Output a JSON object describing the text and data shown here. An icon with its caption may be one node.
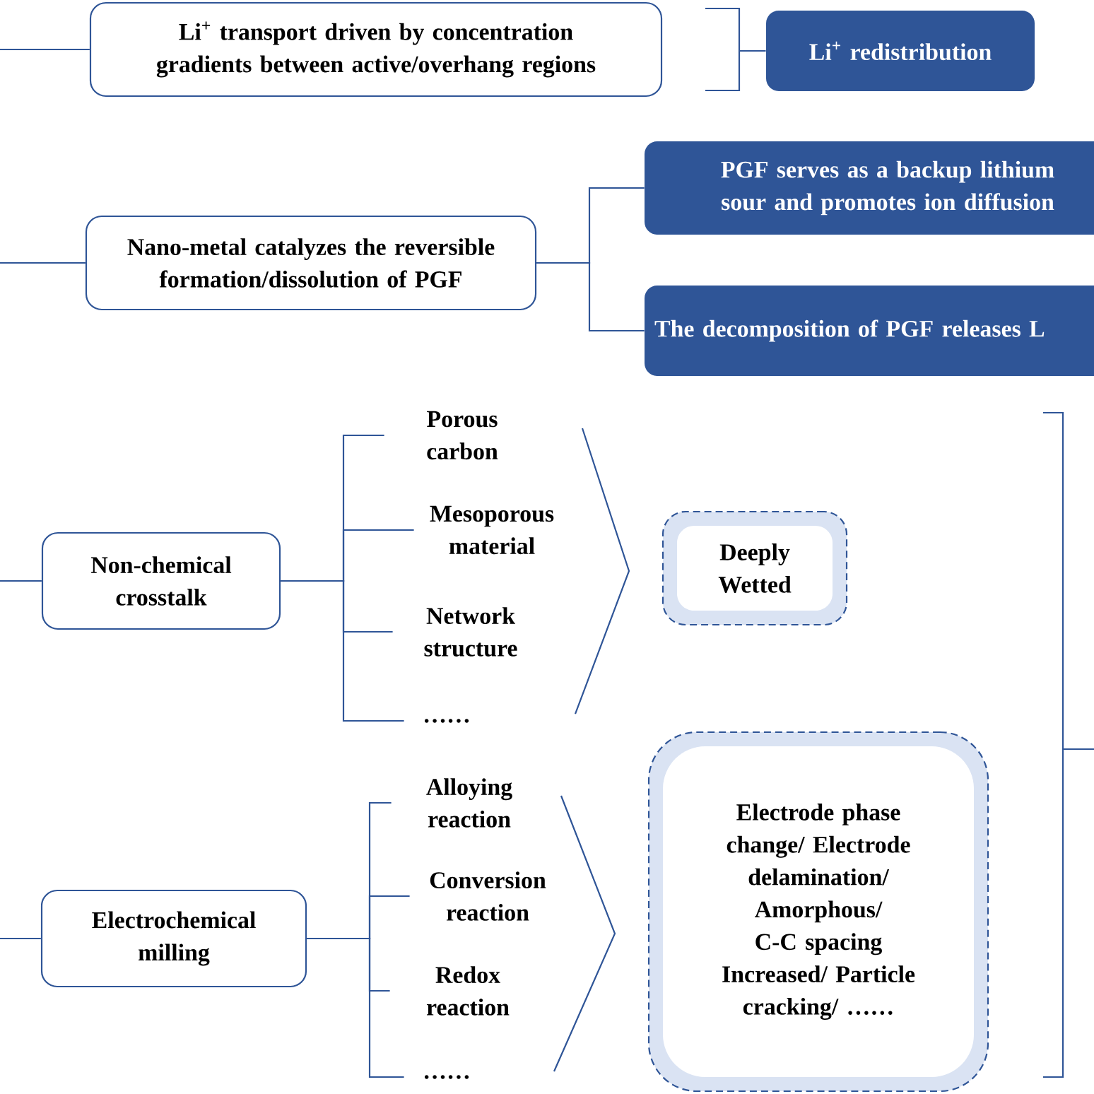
{
  "diagram": {
    "nodes": [
      {
        "text": [
          "Li$^{+}$ transport driven by concentration gradients between active/overhang regions"
        ]
      },
      {
        "text": [
          "Li$^{+}$ redistribution"
        ]
      },
      {
        "text": [
          "Nano-metal catalyzes the reversible formation/dissolution of PGF"
        ]
      },
      {
        "text": [
          "PGF serves as a backup lithium sour and promotes ion diffusion"
        ]
      },
      {
        "text": [
          "The decomposition of PGF releases L"
        ]
      },
      {
        "text": [
          "Non-chemical crosstalk"
        ]
      },
      {
        "text": [
          "Porous carbon"
        ]
      },
      {
        "text": [
          "Mesoporous material"
        ]
      },
      {
        "text": [
          "Network structure"
        ]
      },
      {
        "text": [
          "……"
        ]
      },
      {
        "text": [
          "Deeply Wetted"
        ]
      },
      {
        "text": [
          "Electrochemical milling"
        ]
      },
      {
        "text": [
          "Alloying reaction"
        ]
      },
      {
        "text": [
          "Conversion reaction"
        ]
      },
      {
        "text": [
          "Redox reaction"
        ]
      },
      {
        "text": [
          "……"
        ]
      },
      {
        "text": [
          "Electrode phase change/ Electrode delamination/ Amorphous/ C-C spacing Increased/ Particle cracking/ ……"
        ]
      }
    ],
    "edges": [
      {
        "from": null,
        "to": 0,
        "arrow": "none"
      },
      {
        "from": 0,
        "to": 1,
        "arrow": "none"
      },
      {
        "from": null,
        "to": 2,
        "arrow": "none"
      },
      {
        "from": 2,
        "to": 3,
        "arrow": "none"
      },
      {
        "from": 2,
        "to": 4,
        "arrow": "none"
      },
      {
        "from": null,
        "to": 5,
        "arrow": "none"
      },
      {
        "from": 5,
        "to": 6,
        "arrow": "none"
      },
      {
        "from": 5,
        "to": 7,
        "arrow": "none"
      },
      {
        "from": 5,
        "to": 8,
        "arrow": "none"
      },
      {
        "from": 5,
        "to": 9,
        "arrow": "none"
      },
      {
        "from": null,
        "to": 11,
        "arrow": "none"
      },
      {
        "from": 11,
        "to": 12,
        "arrow": "none"
      },
      {
        "from": 11,
        "to": 13,
        "arrow": "none"
      },
      {
        "from": 11,
        "to": 14,
        "arrow": "none"
      },
      {
        "from": 11,
        "to": 15,
        "arrow": "none"
      }
    ]
  }
}
